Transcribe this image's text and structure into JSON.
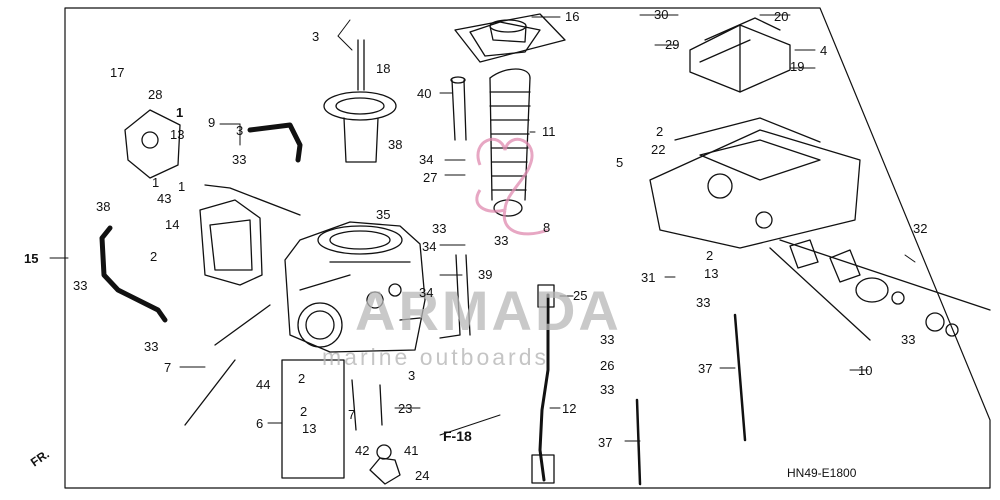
{
  "diagram": {
    "code": "HN49-E1800",
    "forward_label": "FR.",
    "section_ref": "F-18",
    "watermark": {
      "brand": "ARMADA",
      "sub": "marine outboards",
      "brand_color": "#c8c8c8",
      "accent_color": "#e08ab0"
    },
    "callouts": [
      {
        "id": "c16",
        "text": "16"
      },
      {
        "id": "c30",
        "text": "30"
      },
      {
        "id": "c20",
        "text": "20"
      },
      {
        "id": "c3a",
        "text": "3"
      },
      {
        "id": "c29",
        "text": "29"
      },
      {
        "id": "c4",
        "text": "4"
      },
      {
        "id": "c19",
        "text": "19"
      },
      {
        "id": "c18",
        "text": "18"
      },
      {
        "id": "c17",
        "text": "17"
      },
      {
        "id": "c28",
        "text": "28"
      },
      {
        "id": "c1",
        "text": "1"
      },
      {
        "id": "c9",
        "text": "9"
      },
      {
        "id": "c13a",
        "text": "13"
      },
      {
        "id": "c3b",
        "text": "3"
      },
      {
        "id": "c33a",
        "text": "33"
      },
      {
        "id": "c40",
        "text": "40"
      },
      {
        "id": "c11",
        "text": "11"
      },
      {
        "id": "c38a",
        "text": "38"
      },
      {
        "id": "c2a",
        "text": "2"
      },
      {
        "id": "c22",
        "text": "22"
      },
      {
        "id": "c5",
        "text": "5"
      },
      {
        "id": "c1b",
        "text": "1"
      },
      {
        "id": "c43",
        "text": "43"
      },
      {
        "id": "c1c",
        "text": "1"
      },
      {
        "id": "c34a",
        "text": "34"
      },
      {
        "id": "c27",
        "text": "27"
      },
      {
        "id": "c38b",
        "text": "38"
      },
      {
        "id": "c14",
        "text": "14"
      },
      {
        "id": "c33b",
        "text": "33"
      },
      {
        "id": "c35",
        "text": "35"
      },
      {
        "id": "c33c",
        "text": "33"
      },
      {
        "id": "c8",
        "text": "8"
      },
      {
        "id": "c34b",
        "text": "34"
      },
      {
        "id": "c32",
        "text": "32"
      },
      {
        "id": "c15",
        "text": "15"
      },
      {
        "id": "c2b",
        "text": "2"
      },
      {
        "id": "c2c",
        "text": "2"
      },
      {
        "id": "c39",
        "text": "39"
      },
      {
        "id": "c13b",
        "text": "13"
      },
      {
        "id": "c33d",
        "text": "33"
      },
      {
        "id": "c31",
        "text": "31"
      },
      {
        "id": "c25",
        "text": "25"
      },
      {
        "id": "c34c",
        "text": "34"
      },
      {
        "id": "c33e",
        "text": "33"
      },
      {
        "id": "c33f",
        "text": "33"
      },
      {
        "id": "c33g",
        "text": "33"
      },
      {
        "id": "c10",
        "text": "10"
      },
      {
        "id": "c7",
        "text": "7"
      },
      {
        "id": "c44",
        "text": "44"
      },
      {
        "id": "c2d",
        "text": "2"
      },
      {
        "id": "c3c",
        "text": "3"
      },
      {
        "id": "c33h",
        "text": "33"
      },
      {
        "id": "c26",
        "text": "26"
      },
      {
        "id": "c37a",
        "text": "37"
      },
      {
        "id": "c6",
        "text": "6"
      },
      {
        "id": "c2e",
        "text": "2"
      },
      {
        "id": "c7b",
        "text": "7"
      },
      {
        "id": "c23",
        "text": "23"
      },
      {
        "id": "c12",
        "text": "12"
      },
      {
        "id": "c33i",
        "text": "33"
      },
      {
        "id": "c13c",
        "text": "13"
      },
      {
        "id": "c42",
        "text": "42"
      },
      {
        "id": "c41",
        "text": "41"
      },
      {
        "id": "c37b",
        "text": "37"
      },
      {
        "id": "c24",
        "text": "24"
      }
    ]
  }
}
